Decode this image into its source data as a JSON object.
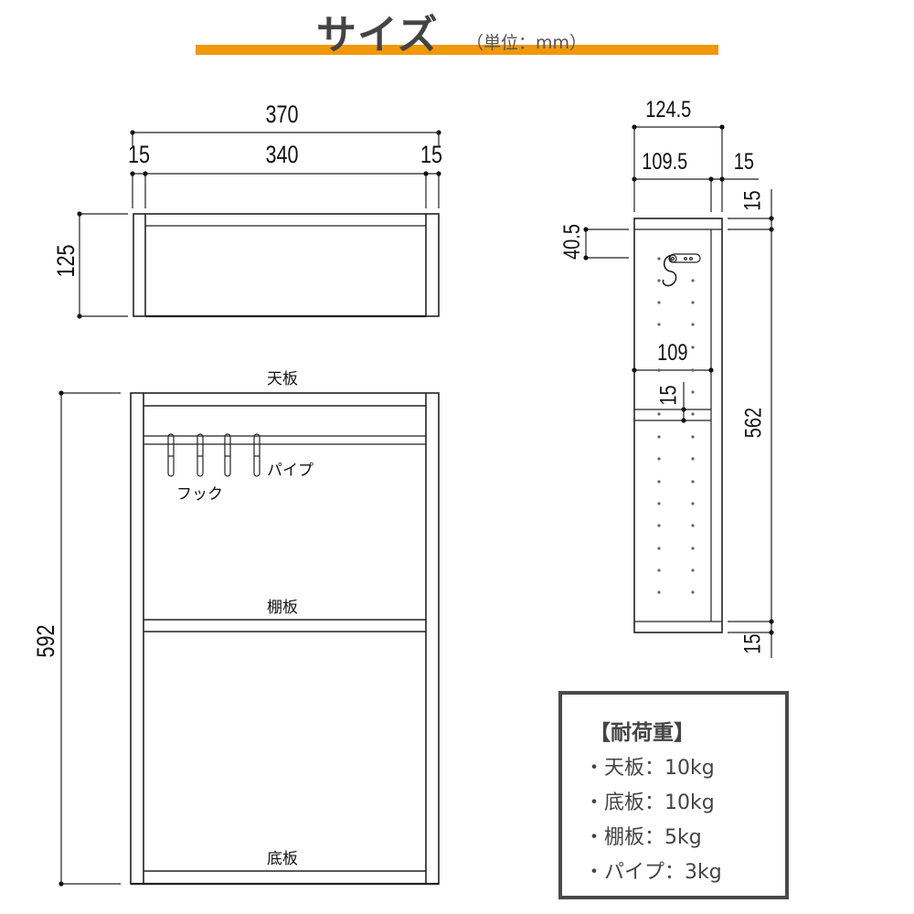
{
  "header": {
    "title": "サイズ",
    "unit": "（単位：mm）",
    "accent_color": "#f0980a"
  },
  "top_view": {
    "overall_width": "370",
    "inner_width": "340",
    "left_panel": "15",
    "right_panel": "15",
    "depth": "125"
  },
  "front_view": {
    "height": "592",
    "labels": {
      "top_board": "天板",
      "shelf_board": "棚板",
      "bottom_board": "底板",
      "pipe": "パイプ",
      "hook": "フック"
    }
  },
  "side_view": {
    "overall_depth": "124.5",
    "inner_depth": "109.5",
    "back_panel": "15",
    "top_thickness": "15",
    "pipe_offset": "40.5",
    "shelf_depth": "109",
    "shelf_thickness": "15",
    "inner_height": "562",
    "bottom_thickness": "15"
  },
  "load_capacity": {
    "title": "【耐荷重】",
    "items": [
      "・天板：10kg",
      "・底板：10kg",
      "・棚板：5kg",
      "・パイプ：3kg"
    ]
  }
}
